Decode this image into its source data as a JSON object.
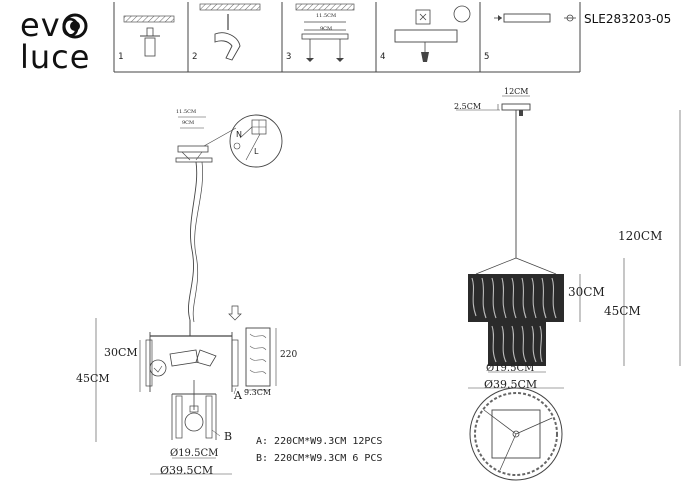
{
  "brand": {
    "logo_line1": "evo",
    "logo_line2": "luce"
  },
  "product_code": "SLE283203-05",
  "steps": [
    "1",
    "2",
    "3",
    "4",
    "5"
  ],
  "step3_dims": {
    "top": "11.5CM",
    "bottom": "9CM"
  },
  "left_view": {
    "canopy_dims": {
      "top": "11.5CM",
      "bottom": "9CM"
    },
    "wire_labels": {
      "n": "N",
      "l": "L"
    },
    "height_inner": "30CM",
    "height_outer": "45CM",
    "panel_height": "220",
    "panel_width": "9.3CM",
    "panel_a_tag": "A",
    "panel_b_tag": "B",
    "diameter_inner": "Ø19.5CM",
    "diameter_outer": "Ø39.5CM"
  },
  "specs": [
    {
      "text": "A: 220CM*W9.3CM   12PCS"
    },
    {
      "text": "B: 220CM*W9.3CM   6 PCS"
    }
  ],
  "right_view": {
    "canopy_width": "12CM",
    "canopy_height": "2.5CM",
    "total_height": "120CM",
    "height_inner": "30CM",
    "height_outer": "45CM",
    "diameter_inner": "Ø19.5CM",
    "diameter_outer": "Ø39.5CM"
  }
}
